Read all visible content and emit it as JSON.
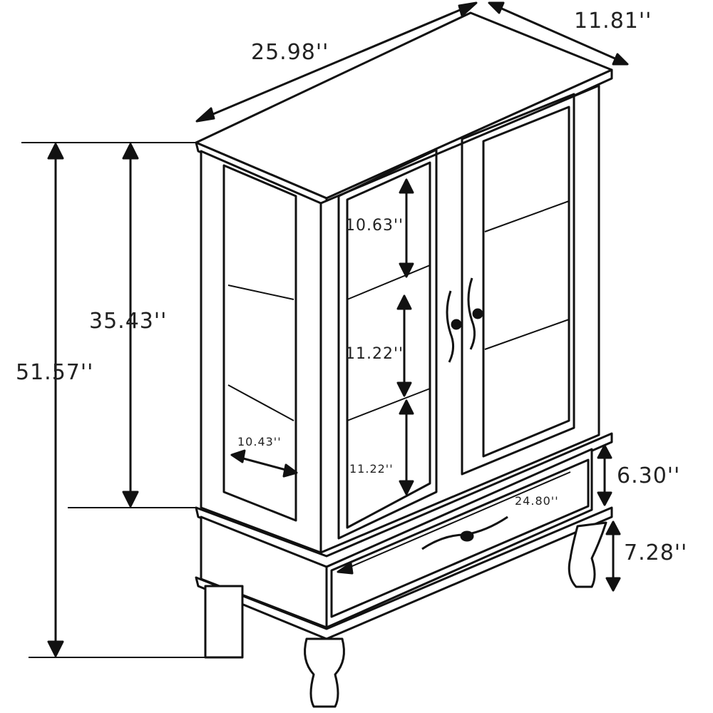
{
  "diagram": {
    "subject": "display cabinet with glass doors and drawer",
    "dimensions": {
      "width": "25.98''",
      "depth": "11.81''",
      "total_height": "51.57''",
      "cabinet_height": "35.43''",
      "shelf_gap_top": "10.63''",
      "shelf_gap_middle": "11.22''",
      "shelf_gap_bottom": "11.22''",
      "inner_depth": "10.43''",
      "drawer_height": "6.30''",
      "drawer_width": "24.80''",
      "leg_height": "7.28''"
    }
  }
}
